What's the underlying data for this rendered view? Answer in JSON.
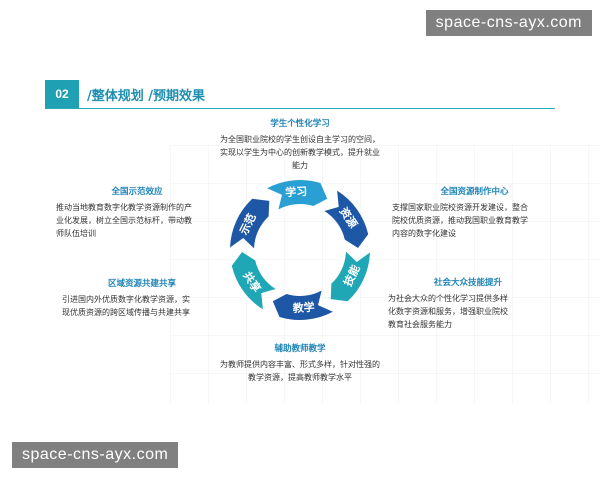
{
  "header": {
    "number": "02",
    "title": "/整体规划 /预期效果"
  },
  "watermarks": [
    "space-cns-ayx.com",
    "space-cns-ayx.com"
  ],
  "cycle": {
    "segments": [
      {
        "label": "学习",
        "color": "#2a9fd3"
      },
      {
        "label": "资源",
        "color": "#1e57a5"
      },
      {
        "label": "技能",
        "color": "#20a7b6"
      },
      {
        "label": "教学",
        "color": "#1e57a5"
      },
      {
        "label": "共享",
        "color": "#20a7b6"
      },
      {
        "label": "示范",
        "color": "#1e57a5"
      }
    ]
  },
  "blocks": {
    "top": {
      "title": "学生个性化学习",
      "lines": [
        "为全国职业院校的学生创设自主学习的空间，",
        "实现以学生为中心的创新教学模式，提升就业",
        "能力"
      ]
    },
    "right_top": {
      "title": "全国资源制作中心",
      "lines": [
        "支撑国家职业院校资源开发建设，整合",
        "院校优质资源，推动我国职业教育教学",
        "内容的数字化建设"
      ]
    },
    "right_bottom": {
      "title": "社会大众技能提升",
      "lines": [
        "为社会大众的个性化学习提供多样",
        "化数字资源和服务，增强职业院校",
        "教育社会服务能力"
      ]
    },
    "bottom": {
      "title": "辅助教师教学",
      "lines": [
        "为教师提供内容丰富、形式多样，针对性强的",
        "教学资源，提高教师教学水平"
      ]
    },
    "left_bottom": {
      "title": "区域资源共建共享",
      "lines": [
        "引进国内外优质数字化教学资源，实",
        "现优质资源的跨区域传播与共建共享"
      ]
    },
    "left_top": {
      "title": "全国示范效应",
      "lines": [
        "推动当地教育数字化教学资源制作的产",
        "业化发展，树立全国示范标杆，带动教",
        "师队伍培训"
      ]
    }
  }
}
